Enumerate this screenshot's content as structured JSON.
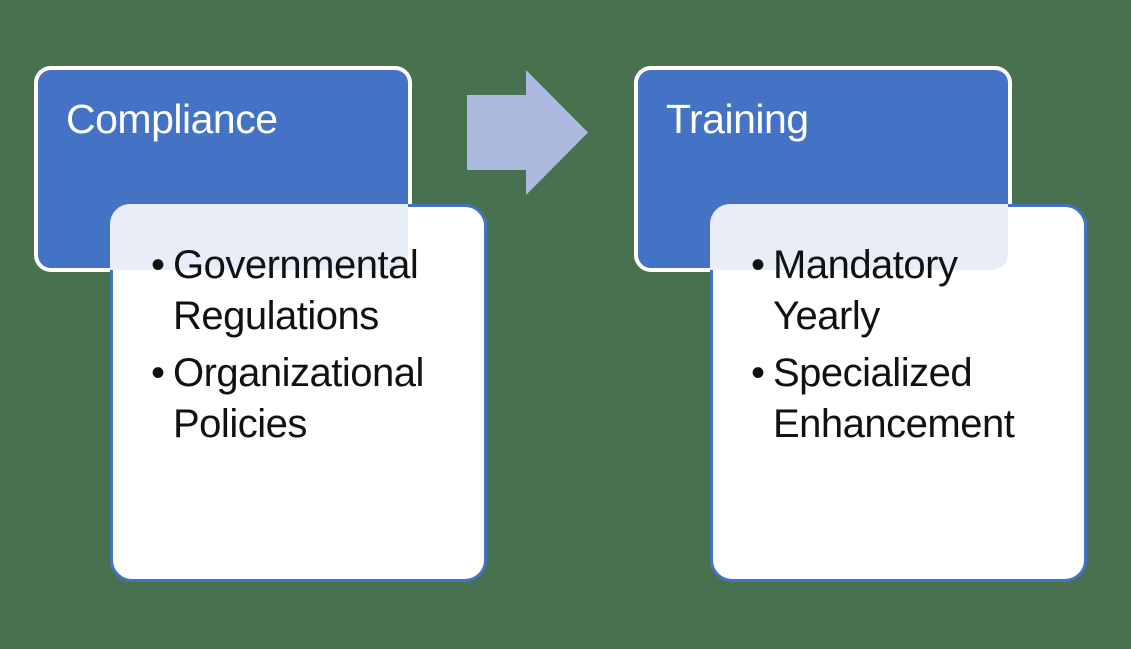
{
  "diagram": {
    "background_color": "#48724f",
    "accent_blue": "#4472c4",
    "header_text_color": "#ffffff",
    "body_fill": "#ffffff",
    "overlap_tint_color": "#e8edf8",
    "arrow_color": "#adb9df",
    "bullet_glyph": "•",
    "groups": [
      {
        "title": "Compliance",
        "bullets": [
          "Governmental Regulations",
          "Organizational Policies"
        ]
      },
      {
        "title": "Training",
        "bullets": [
          "Mandatory Yearly",
          "Specialized Enhancement"
        ]
      }
    ],
    "arrow": {
      "icon": "right-arrow"
    }
  }
}
